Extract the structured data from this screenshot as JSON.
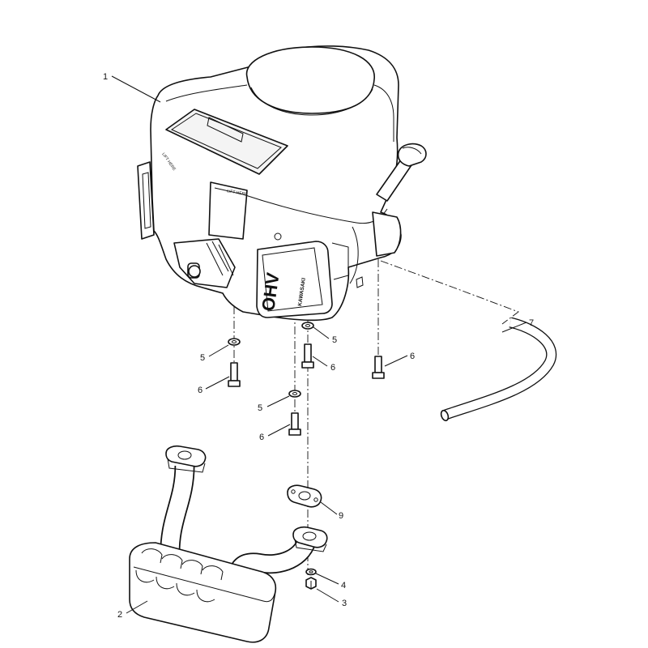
{
  "decals": {
    "ohv": "OHV",
    "brand": "KAWASAKI",
    "lift_here_1": "LIFT HERE",
    "lift_here_2": "LIFT HERE"
  },
  "callouts": [
    {
      "id": "c1",
      "label": "1"
    },
    {
      "id": "c2",
      "label": "2"
    },
    {
      "id": "c3",
      "label": "3"
    },
    {
      "id": "c4",
      "label": "4"
    },
    {
      "id": "c5a",
      "label": "5"
    },
    {
      "id": "c5b",
      "label": "5"
    },
    {
      "id": "c5c",
      "label": "5"
    },
    {
      "id": "c6a",
      "label": "6"
    },
    {
      "id": "c6b",
      "label": "6"
    },
    {
      "id": "c6c",
      "label": "6"
    },
    {
      "id": "c6d",
      "label": "6"
    },
    {
      "id": "c7",
      "label": "7"
    },
    {
      "id": "c9",
      "label": "9"
    }
  ]
}
